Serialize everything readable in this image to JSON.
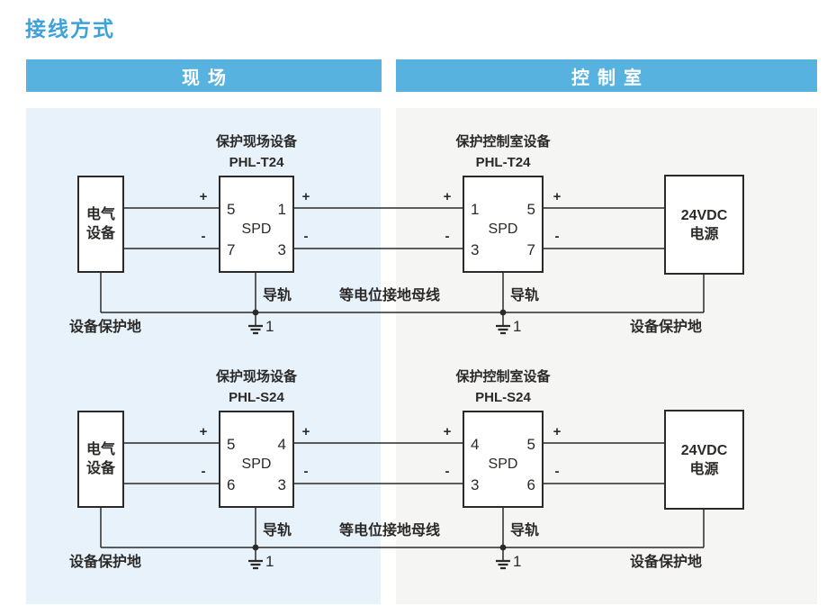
{
  "title": "接线方式",
  "zones": {
    "field": "现场",
    "control": "控制室"
  },
  "symbols": {
    "plus": "+",
    "minus": "-",
    "ground_number": "1"
  },
  "labels": {
    "rail": "导轨",
    "bus": "等电位接地母线",
    "protective_earth": "设备保护地",
    "spd": "SPD"
  },
  "equipment_box": {
    "line1": "电气",
    "line2": "设备"
  },
  "power_box": {
    "line1": "24VDC",
    "line2": "电源"
  },
  "diagrams": [
    {
      "field_unit": {
        "title": "保护现场设备",
        "model": "PHL-T24"
      },
      "control_unit": {
        "title": "保护控制室设备",
        "model": "PHL-T24"
      },
      "field_terminals": {
        "top_left": "5",
        "top_right": "1",
        "bottom_left": "7",
        "bottom_right": "3"
      },
      "control_terminals": {
        "top_left": "1",
        "top_right": "5",
        "bottom_left": "3",
        "bottom_right": "7"
      }
    },
    {
      "field_unit": {
        "title": "保护现场设备",
        "model": "PHL-S24"
      },
      "control_unit": {
        "title": "保护控制室设备",
        "model": "PHL-S24"
      },
      "field_terminals": {
        "top_left": "5",
        "top_right": "4",
        "bottom_left": "6",
        "bottom_right": "3"
      },
      "control_terminals": {
        "top_left": "4",
        "top_right": "5",
        "bottom_left": "3",
        "bottom_right": "6"
      }
    }
  ],
  "colors": {
    "title_accent": "#3ea2da",
    "bar_blue": "#58b2e0",
    "panel_field_bg": "#e7f2fb",
    "panel_control_bg": "#f5f5f3",
    "line_dark": "#2b2a28"
  }
}
